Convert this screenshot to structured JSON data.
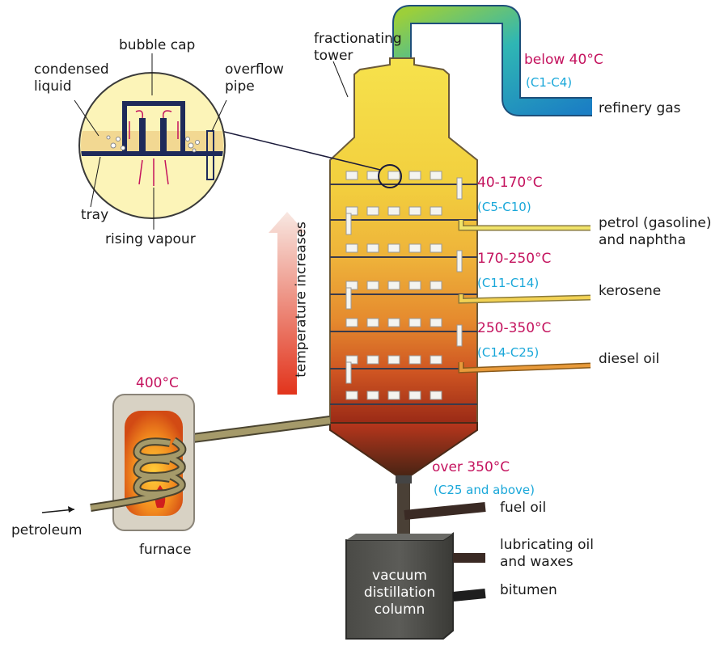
{
  "labels": {
    "fractionating_tower": [
      "fractionating",
      "tower"
    ],
    "bubble_cap": "bubble cap",
    "condensed_liquid": [
      "condensed",
      "liquid"
    ],
    "overflow_pipe": [
      "overflow",
      "pipe"
    ],
    "tray": "tray",
    "rising_vapour": "rising vapour",
    "temperature_increases": "temperature increases",
    "furnace": "furnace",
    "furnace_temp": "400°C",
    "petroleum": "petroleum",
    "vacuum_column": [
      "vacuum",
      "distillation",
      "column"
    ]
  },
  "fractions": [
    {
      "temp": "below 40°C",
      "carbon": "(C1-C4)",
      "product": "refinery gas"
    },
    {
      "temp": "40-170°C",
      "carbon": "(C5-C10)",
      "product": [
        "petrol (gasoline)",
        "and naphtha"
      ]
    },
    {
      "temp": "170-250°C",
      "carbon": "(C11-C14)",
      "product": "kerosene"
    },
    {
      "temp": "250-350°C",
      "carbon": "(C14-C25)",
      "product": "diesel oil"
    },
    {
      "temp": "over 350°C",
      "carbon": "(C25 and above)",
      "product": [
        "fuel oil",
        "lubricating oil",
        "and waxes",
        "bitumen"
      ]
    }
  ],
  "colors": {
    "temp_text": "#c4135e",
    "carbon_text": "#19a7d9",
    "tower_top": "#f5e04a",
    "tower_bottom": "#b6301c",
    "arrow": "#e23a1e"
  }
}
